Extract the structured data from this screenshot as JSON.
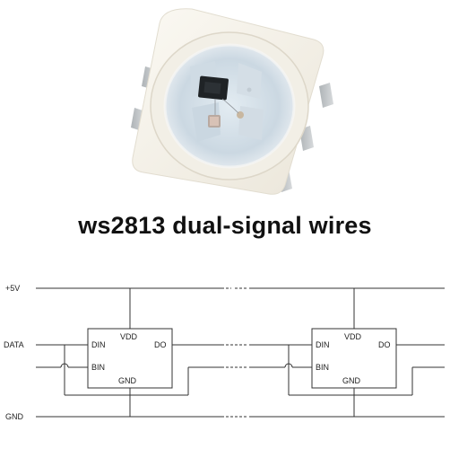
{
  "title": "ws2813 dual-signal wires",
  "rails": {
    "vcc": "+5V",
    "data": "DATA",
    "gnd": "GND"
  },
  "chips": [
    {
      "vdd": "VDD",
      "din": "DIN",
      "bin": "BIN",
      "do": "DO",
      "gnd": "GND"
    },
    {
      "vdd": "VDD",
      "din": "DIN",
      "bin": "BIN",
      "do": "DO",
      "gnd": "GND"
    }
  ],
  "colors": {
    "line": "#333333",
    "package_body": "#f5f2ea",
    "lens": "#d8e3ea",
    "lens_tint": "#c6d2db",
    "pin": "#bfc4c7"
  }
}
